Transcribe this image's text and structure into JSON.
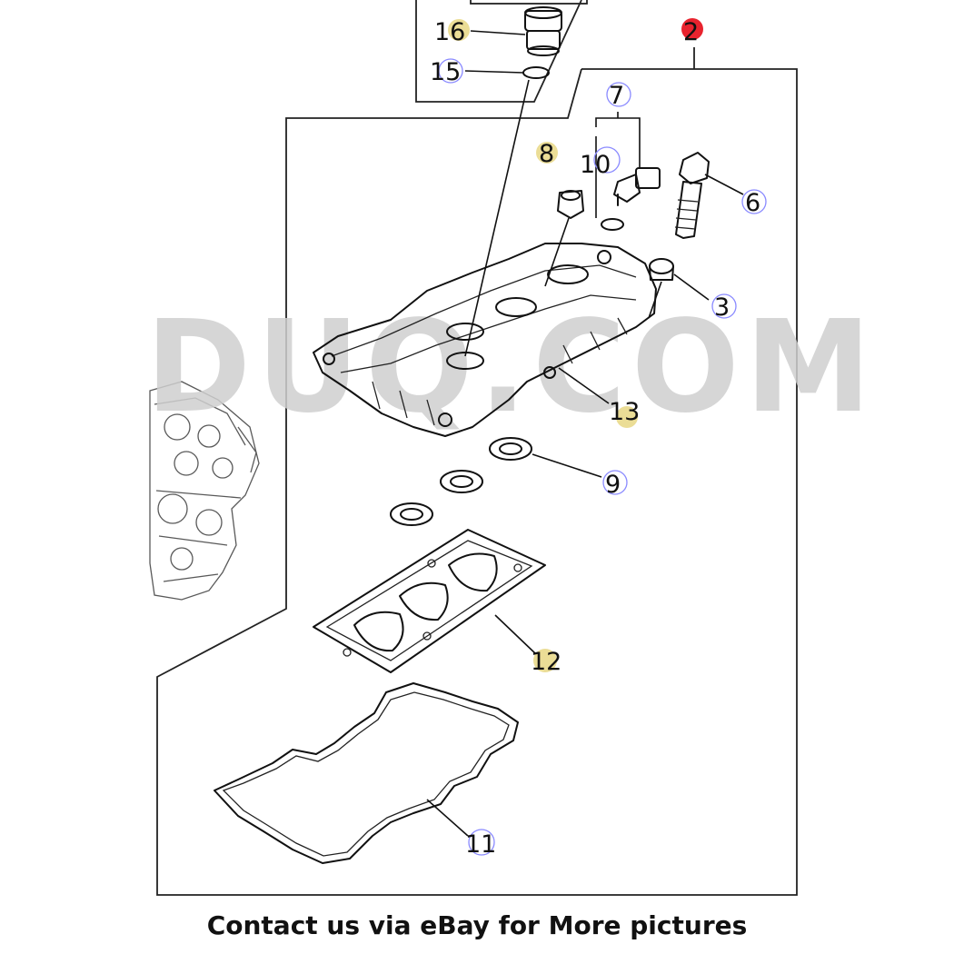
{
  "diagram": {
    "callouts": {
      "c16": "16",
      "c15": "15",
      "c2": "2",
      "c7": "7",
      "c8": "8",
      "c10": "10",
      "c6": "6",
      "c3": "3",
      "c13": "13",
      "c9": "9",
      "c12": "12",
      "c11": "11"
    },
    "colors": {
      "callout_ring": "#8a8aff",
      "callout_highlight": "#e9d98b",
      "main_assembly_marker": "#e8232e"
    }
  },
  "footer": {
    "text": "Contact us via eBay for More pictures"
  }
}
